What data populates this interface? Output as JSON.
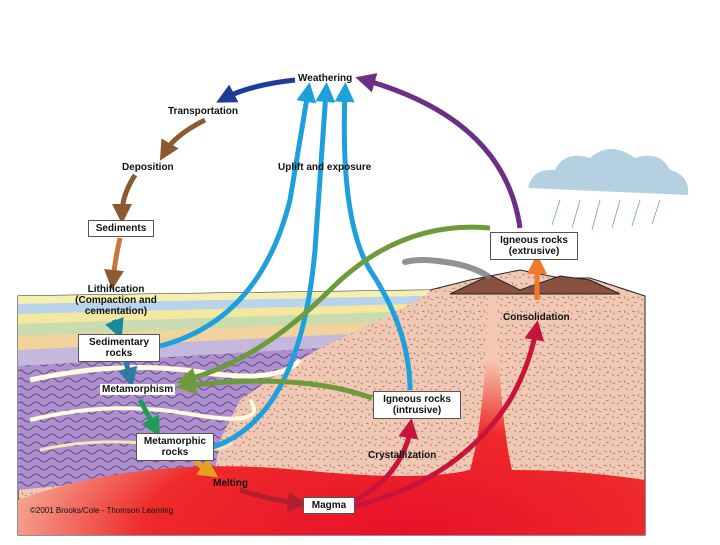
{
  "diagram": {
    "labels": {
      "weathering": "Weathering",
      "transportation": "Transportation",
      "deposition": "Deposition",
      "sediments": "Sediments",
      "lithification": "Lithification",
      "lithification_sub": "(Compaction and cementation)",
      "sedimentary_rocks": "Sedimentary rocks",
      "metamorphism": "Metamorphism",
      "metamorphic_rocks": "Metamorphic rocks",
      "melting": "Melting",
      "magma": "Magma",
      "crystallization": "Crystallization",
      "igneous_intrusive": "Igneous rocks (intrusive)",
      "igneous_extrusive": "Igneous rocks (extrusive)",
      "consolidation": "Consolidation",
      "uplift": "Uplift and exposure"
    },
    "copyright": "©2001 Brooks/Cole - Thomson Learning",
    "colors": {
      "uplift_arrow": "#1ea0dc",
      "metamorphism_arrow": "#6f9a3c",
      "magma_arrow": "#c8143c",
      "weathering_arrow": "#6b2f86",
      "transport_arrow": "#1e3c96",
      "deposition_arrow": "#8b5a32",
      "consolidation_arrow": "#f07a28",
      "crust": "#f0c8b4",
      "magma_chamber": "#e8102a",
      "metamorphic_zone": "#a98cc8"
    }
  }
}
